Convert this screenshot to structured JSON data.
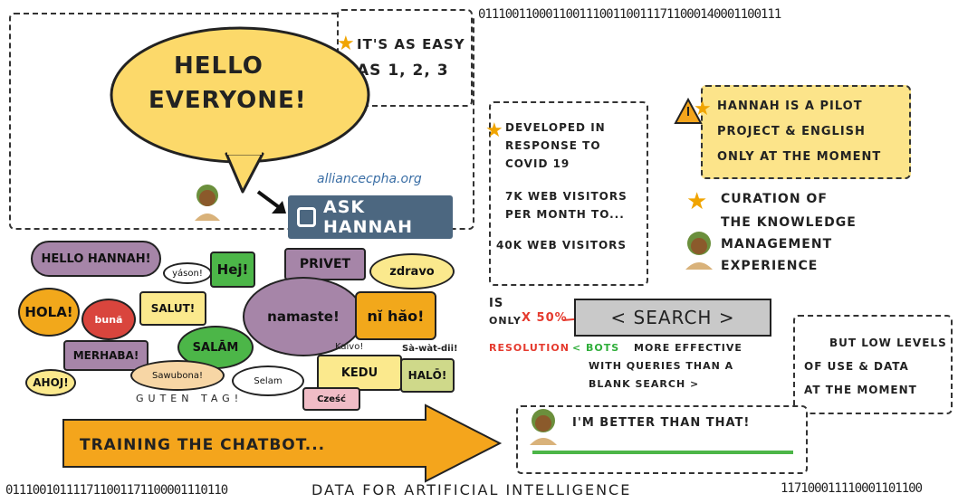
{
  "binary_top": "011100110001100111001100111711000140001100111",
  "binary_bottom_left": "011100101111711001171100001110110",
  "binary_bottom_right": "117100011110001101100",
  "footer_title": "DATA FOR ARTIFICIAL INTELLIGENCE",
  "hello_bubble": {
    "line1": "HELLO",
    "line2": "EVERYONE!"
  },
  "easy_note": {
    "line1": "IT'S AS EASY",
    "line2": "AS 1, 2, 3"
  },
  "site_url": "alliancecpha.org",
  "ask_button": "ASK HANNAH",
  "greetings": {
    "hello_hannah": "HELLO HANNAH!",
    "yason": "yáson!",
    "hej": "Hej!",
    "privet": "PRIVET",
    "zdravo": "zdravo",
    "hola": "HOLA!",
    "buna": "bună",
    "salut": "SALUT!",
    "namaste": "namaste!",
    "nihao": "nĭ hăo!",
    "salam": "SALĀM",
    "merhaba": "MERHABA!",
    "kaivo": "Kaivo!",
    "sawatdii": "Sà-wàt-dii!",
    "ahoj": "AHOJ!",
    "sawubona": "Sawubona!",
    "selam": "Selam",
    "kedu": "KEDU",
    "halo": "HALŌ!",
    "czesc": "Cześć",
    "guten_tag": "GUTEN TAG!"
  },
  "training_label": "TRAINING THE CHATBOT...",
  "developed_note": {
    "line1": "DEVELOPED IN",
    "line2": "RESPONSE TO",
    "line3": "COVID 19",
    "visitors1": "7K WEB VISITORS",
    "visitors2": "PER MONTH TO...",
    "visitors3": "40K WEB VISITORS"
  },
  "pilot_note": {
    "line1": "HANNAH IS A PILOT",
    "line2": "PROJECT & ENGLISH",
    "line3": "ONLY AT THE MOMENT"
  },
  "curation_note": {
    "line1": "CURATION OF",
    "line2": "THE KNOWLEDGE",
    "line3": "MANAGEMENT",
    "line4": "EXPERIENCE"
  },
  "search_note": {
    "is": "IS",
    "only": "ONLY",
    "percent": "X 50%",
    "search": "< SEARCH >"
  },
  "resolution_note": {
    "resolution": "RESOLUTION",
    "bots": "< BOTS",
    "line1": "MORE EFFECTIVE",
    "line2": "WITH QUERIES THAN A",
    "line3": "BLANK SEARCH >"
  },
  "low_levels_note": {
    "line1": "BUT LOW LEVELS",
    "line2": "OF USE & DATA",
    "line3": "AT THE MOMENT"
  },
  "chat_reply": "I'M BETTER THAN THAT!",
  "colors": {
    "yellow_bubble": "#fcd96a",
    "purple": "#a685a8",
    "green": "#4cb648",
    "orange": "#f2a81b",
    "red": "#d9453d",
    "pale_yellow": "#fbe98d",
    "button_blue": "#4c6780",
    "pink": "#f0bcc6",
    "arrow_orange": "#f4a51c",
    "red_text": "#e53a2e",
    "green_text": "#2fae3a",
    "search_gray": "#c9c9c9"
  }
}
